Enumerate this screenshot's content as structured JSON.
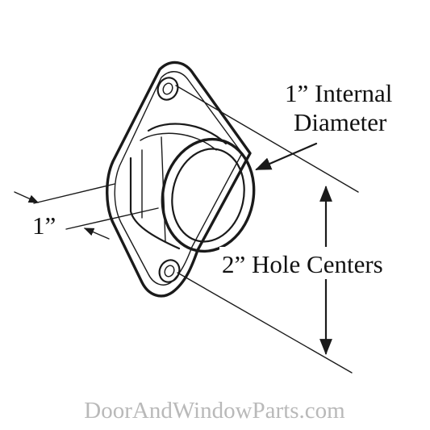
{
  "labels": {
    "internal_diameter_line1": "1” Internal",
    "internal_diameter_line2": "Diameter",
    "flange_depth": "1”",
    "hole_centers": "2” Hole Centers"
  },
  "watermark": "DoorAndWindowParts.com",
  "colors": {
    "line": "#1a1a1a",
    "watermark": "#b9b9b9",
    "background": "#ffffff"
  }
}
